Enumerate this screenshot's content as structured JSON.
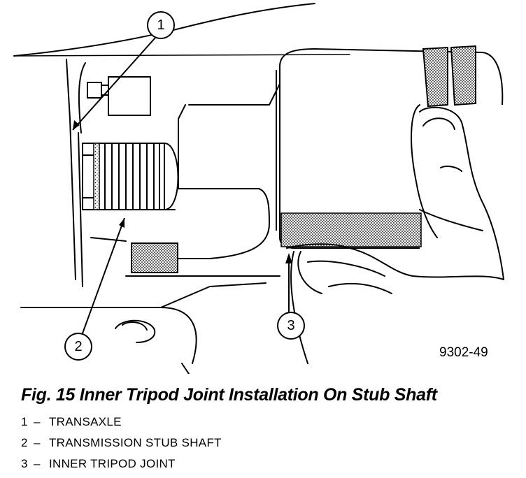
{
  "figure": {
    "code": "9302-49",
    "caption": "Fig. 15 Inner Tripod Joint Installation On Stub Shaft"
  },
  "callouts": [
    {
      "number": "1",
      "label": "TRANSAXLE"
    },
    {
      "number": "2",
      "label": "TRANSMISSION STUB SHAFT"
    },
    {
      "number": "3",
      "label": "INNER TRIPOD JOINT"
    }
  ],
  "separator": "–"
}
